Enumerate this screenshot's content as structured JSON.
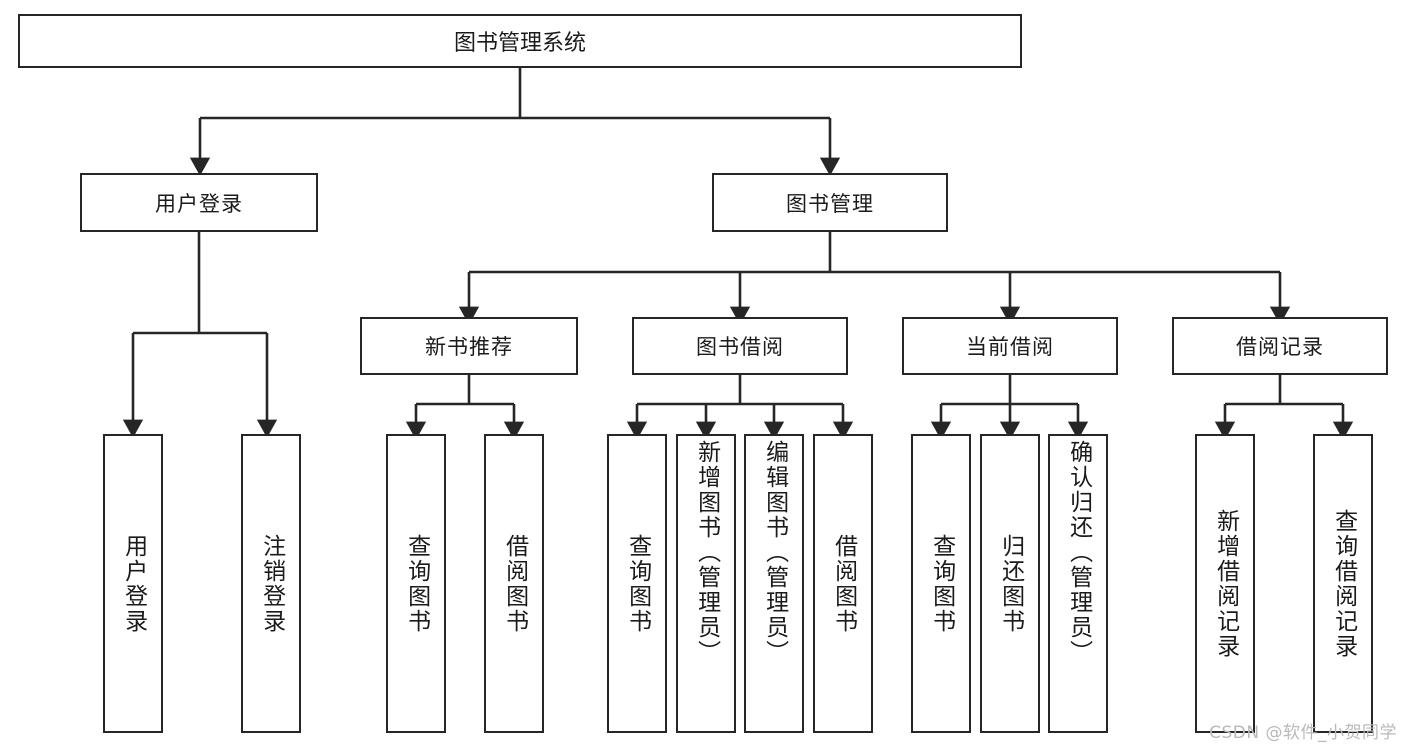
{
  "diagram": {
    "title": "图书管理系统",
    "type": "tree-hierarchy-chart",
    "root": {
      "label": "图书管理系统"
    },
    "level1": [
      {
        "label": "用户登录"
      },
      {
        "label": "图书管理"
      }
    ],
    "level2": [
      {
        "label": "新书推荐"
      },
      {
        "label": "图书借阅"
      },
      {
        "label": "当前借阅"
      },
      {
        "label": "借阅记录"
      }
    ],
    "leaves": {
      "user_login": [
        {
          "label": "用户登录"
        },
        {
          "label": "注销登录"
        }
      ],
      "new_book_recommend": [
        {
          "label": "查询图书"
        },
        {
          "label": "借阅图书"
        }
      ],
      "book_borrow": [
        {
          "label": "查询图书"
        },
        {
          "label": "新增图书（管理员）"
        },
        {
          "label": "编辑图书（管理员）"
        },
        {
          "label": "借阅图书"
        }
      ],
      "current_borrow": [
        {
          "label": "查询图书"
        },
        {
          "label": "归还图书"
        },
        {
          "label": "确认归还（管理员）"
        }
      ],
      "borrow_records": [
        {
          "label": "新增借阅记录"
        },
        {
          "label": "查询借阅记录"
        }
      ]
    }
  },
  "watermark": {
    "text": "CSDN @软件_小贺同学"
  },
  "colors": {
    "stroke": "#262626",
    "fill": "#ffffff",
    "text": "#1b1b1b",
    "watermark": "#b9b9b9"
  }
}
